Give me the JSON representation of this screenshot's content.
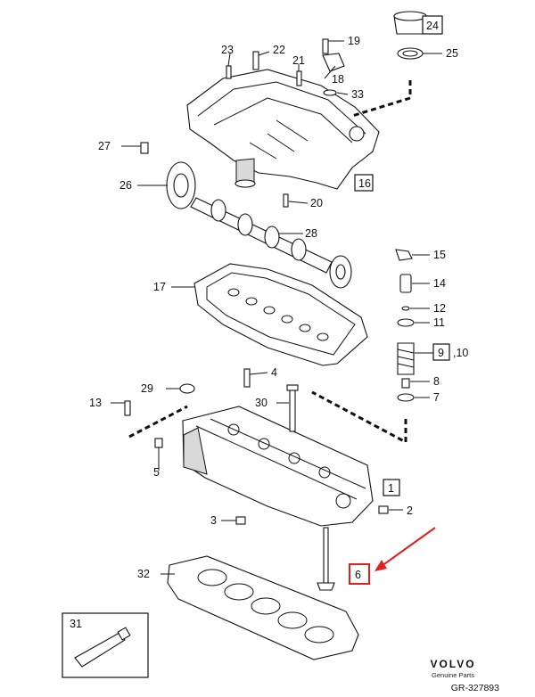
{
  "callouts": {
    "c1": "1",
    "c2": "2",
    "c3": "3",
    "c4": "4",
    "c5": "5",
    "c6": "6",
    "c7": "7",
    "c8": "8",
    "c9": "9",
    "c9b": ",10",
    "c11": "11",
    "c12": "12",
    "c13": "13",
    "c14": "14",
    "c15": "15",
    "c16": "16",
    "c17": "17",
    "c18": "18",
    "c19": "19",
    "c20": "20",
    "c21": "21",
    "c22": "22",
    "c23": "23",
    "c24": "24",
    "c25": "25",
    "c26": "26",
    "c27": "27",
    "c28": "28",
    "c29": "29",
    "c30": "30",
    "c31": "31",
    "c32": "32",
    "c33": "33"
  },
  "brand": {
    "logo": "VOLVO",
    "subtitle": "Genuine Parts",
    "code": "GR-327893"
  },
  "colors": {
    "highlight": "#e02020",
    "ink": "#111111"
  }
}
